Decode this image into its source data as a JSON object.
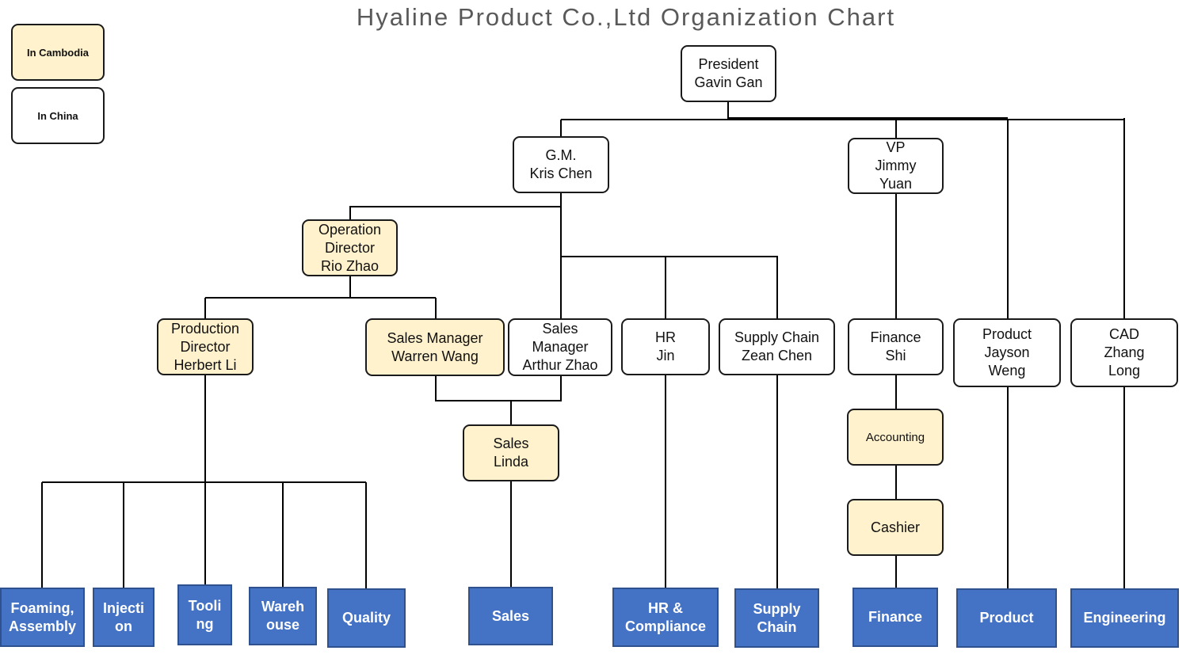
{
  "title": "Hyaline Product Co.,Ltd Organization Chart",
  "legend": {
    "cambodia": "In Cambodia",
    "china": "In China",
    "cambodia_color": "#fff2cc",
    "china_color": "#ffffff"
  },
  "nodes": {
    "president": "President\nGavin Gan",
    "gm": "G.M.\nKris Chen",
    "vp": "VP\nJimmy\nYuan",
    "operation_director": "Operation\nDirector\nRio Zhao",
    "production_director": "Production\nDirector\nHerbert Li",
    "sales_manager_warren": "Sales Manager\nWarren Wang",
    "sales_manager_arthur": "Sales\nManager\nArthur Zhao",
    "hr": "HR\nJin",
    "supply_chain": "Supply Chain\nZean Chen",
    "finance": "Finance\nShi",
    "product": "Product\nJayson\nWeng",
    "cad": "CAD\nZhang\nLong",
    "sales_linda": "Sales\nLinda",
    "accounting": "Accounting",
    "cashier": "Cashier"
  },
  "departments": {
    "foaming": "Foaming,\nAssembly",
    "injection": "Injecti\non",
    "tooling": "Tooli\nng",
    "warehouse": "Wareh\nouse",
    "quality": "Quality",
    "sales": "Sales",
    "hr_compliance": "HR &\nCompliance",
    "supply_chain": "Supply\nChain",
    "finance": "Finance",
    "product": "Product",
    "engineering": "Engineering"
  },
  "colors": {
    "department_fill": "#4472c4",
    "connector": "#000000",
    "title": "#595959"
  }
}
